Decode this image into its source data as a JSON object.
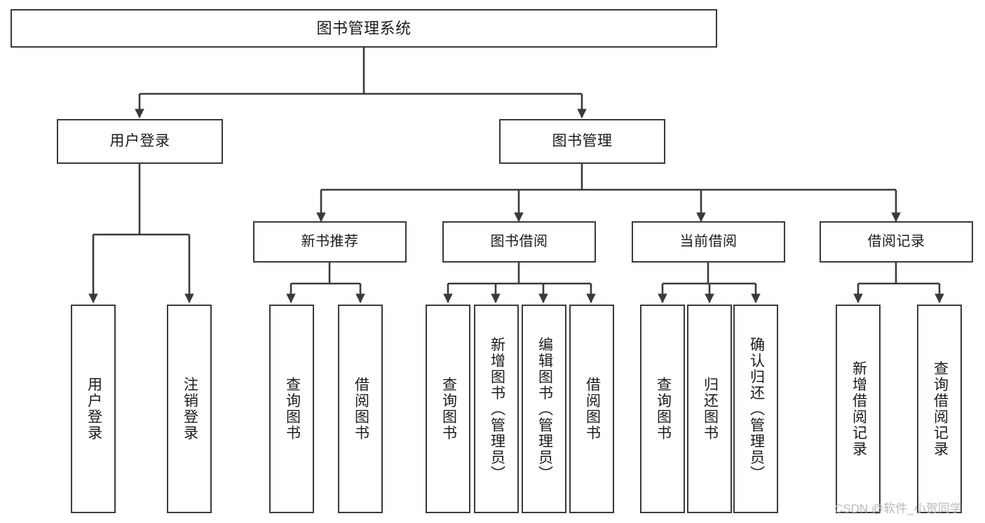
{
  "diagram": {
    "title": "图书管理系统",
    "type": "功能结构图",
    "stroke_color": "#3a3a3a",
    "fill_color": "#ffffff",
    "text_color": "#1b1b1b",
    "watermark": "CSDN @软件_小贺同学"
  },
  "root": {
    "label": "图书管理系统"
  },
  "level1": [
    {
      "label": "用户登录"
    },
    {
      "label": "图书管理"
    }
  ],
  "level2": [
    {
      "label": "新书推荐"
    },
    {
      "label": "图书借阅"
    },
    {
      "label": "当前借阅"
    },
    {
      "label": "借阅记录"
    }
  ],
  "leaves": {
    "user_login": [
      {
        "label": "用户登录"
      },
      {
        "label": "注销登录"
      }
    ],
    "new_book": [
      {
        "label": "查询图书"
      },
      {
        "label": "借阅图书"
      }
    ],
    "book_borrow": [
      {
        "label": "查询图书"
      },
      {
        "label": "新增图书（管理员）"
      },
      {
        "label": "编辑图书（管理员）"
      },
      {
        "label": "借阅图书"
      }
    ],
    "current_borrow": [
      {
        "label": "查询图书"
      },
      {
        "label": "归还图书"
      },
      {
        "label": "确认归还（管理员）"
      }
    ],
    "borrow_record": [
      {
        "label": "新增借阅记录"
      },
      {
        "label": "查询借阅记录"
      }
    ]
  }
}
